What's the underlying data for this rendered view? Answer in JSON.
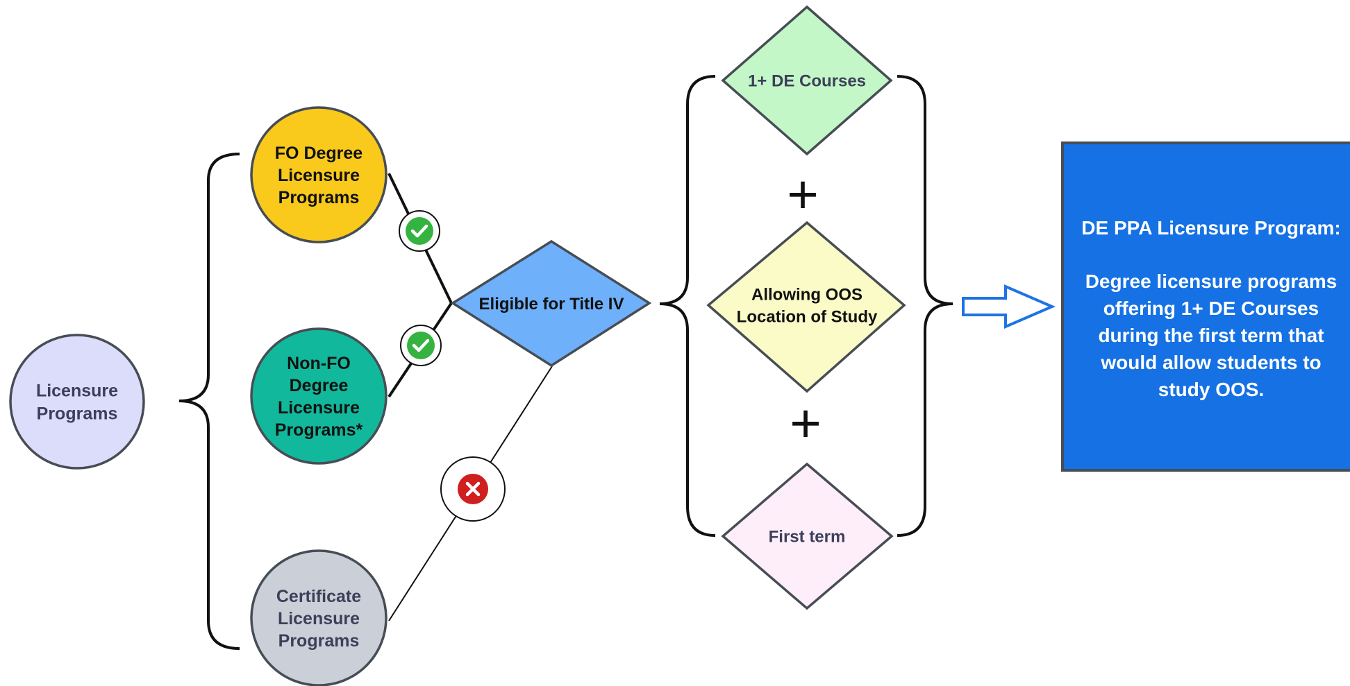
{
  "root": {
    "lines": [
      "Licensure",
      "Programs"
    ]
  },
  "program_types": {
    "fo_degree": {
      "lines": [
        "FO Degree",
        "Licensure",
        "Programs"
      ]
    },
    "non_fo_degree": {
      "lines": [
        "Non-FO",
        "Degree",
        "Licensure",
        "Programs*"
      ]
    },
    "certificate": {
      "lines": [
        "Certificate",
        "Licensure",
        "Programs"
      ]
    }
  },
  "eligibility": {
    "label": "Eligible for Title IV",
    "fo_status": "eligible",
    "non_fo_status": "eligible",
    "certificate_status": "not-eligible"
  },
  "criteria": {
    "de_courses": {
      "lines": [
        "1+ DE Courses"
      ]
    },
    "oos_location": {
      "lines": [
        "Allowing OOS",
        "Location of Study"
      ]
    },
    "first_term": {
      "lines": [
        "First term"
      ]
    },
    "operator": "+"
  },
  "result": {
    "title": "DE PPA Licensure Program:",
    "description_lines": [
      "Degree licensure programs",
      "offering 1+ DE Courses",
      "during the first term that",
      "would allow students to",
      "study OOS."
    ]
  },
  "colors": {
    "root_fill": "#dcdcfb",
    "fo_fill": "#f9c91b",
    "non_fo_fill": "#12b89b",
    "certificate_fill": "#cbd0d8",
    "title_iv_fill": "#6fb0fb",
    "de_courses_fill": "#c4f7c7",
    "oos_fill": "#fbfbc7",
    "first_term_fill": "#fdeefa",
    "result_fill": "#1571e4",
    "check_green": "#35b341",
    "cross_red": "#d01f1f",
    "arrow_blue": "#1e74e4"
  },
  "icons": {
    "check": "check-circle-icon",
    "cross": "x-circle-icon",
    "arrow": "arrow-right-icon"
  }
}
